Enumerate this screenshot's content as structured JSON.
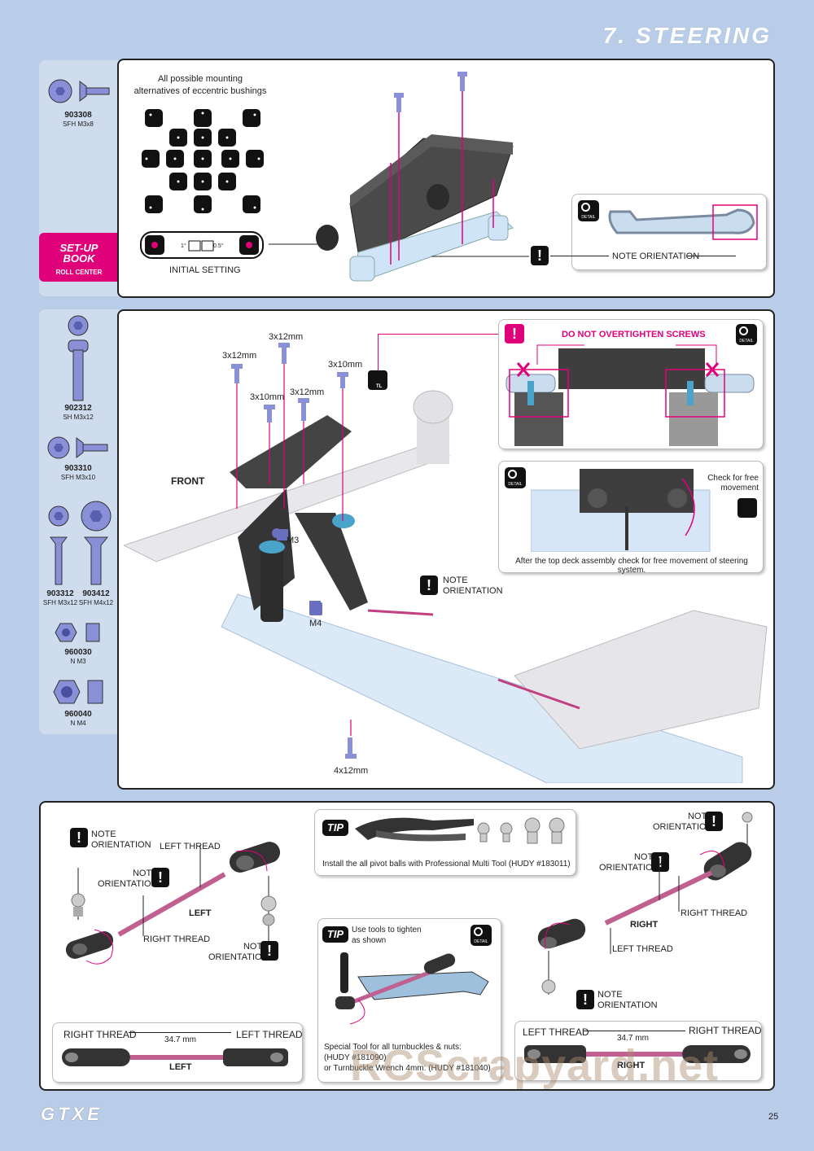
{
  "page": {
    "section_title": "7. STEERING",
    "page_number": "25",
    "brand": "GTXE",
    "watermark": "RCScrapyard.net"
  },
  "step1": {
    "parts": [
      {
        "code": "903308",
        "desc": "SFH M3x8"
      }
    ],
    "setup_book": {
      "title": "SET-UP BOOK",
      "subtitle": "ROLL CENTER"
    },
    "bushings_caption": "All possible mounting\nalternatives of eccentric bushings",
    "bushing_values": [
      "1°",
      "0.5°"
    ],
    "initial_setting": "INITIAL SETTING",
    "note_orientation": "NOTE ORIENTATION",
    "detail_label": "DETAIL"
  },
  "step2": {
    "parts": [
      {
        "code": "902312",
        "desc": "SH M3x12"
      },
      {
        "code": "903310",
        "desc": "SFH M3x10"
      },
      {
        "code": "903312",
        "desc": "SFH M3x12"
      },
      {
        "code": "903412",
        "desc": "SFH M4x12"
      },
      {
        "code": "960030",
        "desc": "N M3"
      },
      {
        "code": "960040",
        "desc": "N M4"
      }
    ],
    "screw_labels": {
      "a": "3x12mm",
      "b": "3x12mm",
      "c": "3x10mm",
      "d": "3x10mm",
      "e": "3x12mm",
      "f": "4x12mm"
    },
    "front": "FRONT",
    "m3": "M3",
    "m4": "M4",
    "tl": "TL",
    "note_orientation": "NOTE\nORIENTATION",
    "do_not_overtighten": "DO NOT OVERTIGHTEN SCREWS",
    "check_free": "Check for free\nmovement",
    "after_note": "After the top deck assembly check for free movement of steering system."
  },
  "step3": {
    "note_orientation": "NOTE\nORIENTATION",
    "left_thread": "LEFT THREAD",
    "right_thread": "RIGHT THREAD",
    "left": "LEFT",
    "right": "RIGHT",
    "tip1": "Install the all pivot balls with Professional Multi Tool (HUDY #183011)",
    "tip_label": "TIP",
    "tip2": "Use tools to tighten\nas shown",
    "special_tool": "Special Tool for all turnbuckles & nuts:\n(HUDY #181090)\nor Turnbuckle Wrench 4mm: (HUDY #181040)",
    "length": "34.7 mm"
  },
  "colors": {
    "accent": "#e0007a",
    "panel_bg": "#b9cde8",
    "part": "#8a90d8"
  }
}
